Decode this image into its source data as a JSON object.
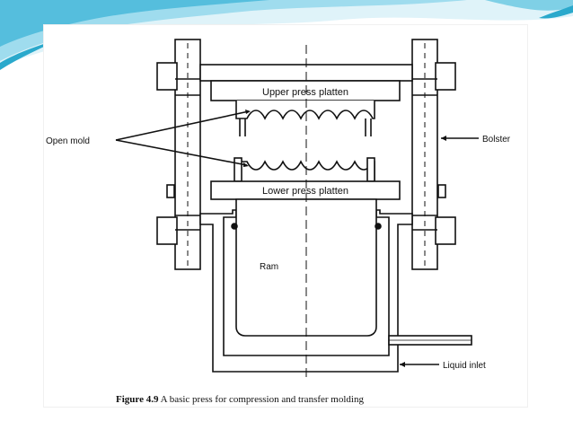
{
  "diagram": {
    "labels": {
      "upper_platten": "Upper press platten",
      "lower_platten": "Lower press platten",
      "open_mold": "Open mold",
      "bolster": "Bolster",
      "ram": "Ram",
      "liquid_inlet": "Liquid inlet"
    },
    "caption": {
      "figure_number": "Figure 4.9",
      "text": " A basic press for compression and transfer molding"
    }
  },
  "colors": {
    "accent_light": "#bfe8f2",
    "accent_mid": "#7fd0e6",
    "accent_dark": "#2aa9cc",
    "line": "#111111"
  }
}
